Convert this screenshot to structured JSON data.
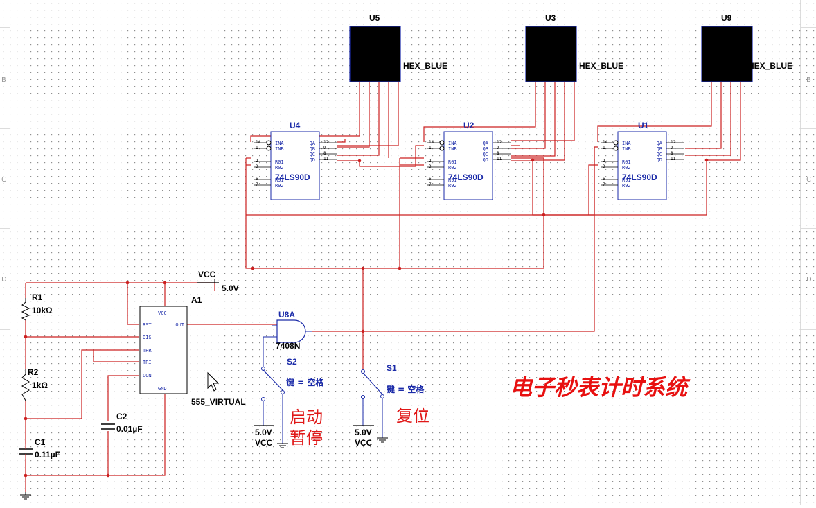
{
  "border_rows": [
    "B",
    "C",
    "D"
  ],
  "displays": [
    {
      "ref": "U5",
      "model": "HEX_BLUE"
    },
    {
      "ref": "U3",
      "model": "HEX_BLUE"
    },
    {
      "ref": "U9",
      "model": "HEX_BLUE"
    }
  ],
  "counters": [
    {
      "ref": "U4",
      "model": "74LS90D"
    },
    {
      "ref": "U2",
      "model": "74LS90D"
    },
    {
      "ref": "U1",
      "model": "74LS90D"
    }
  ],
  "counter_pins": {
    "left": [
      "INA",
      "INB",
      "R01",
      "R02",
      "R91",
      "R92"
    ],
    "left_numbers": [
      "14",
      "1",
      "2",
      "3",
      "6",
      "7"
    ],
    "right": [
      "QA",
      "QB",
      "QC",
      "QD"
    ],
    "right_numbers": [
      "12",
      "9",
      "8",
      "11"
    ]
  },
  "timer": {
    "ref": "A1",
    "model": "555_VIRTUAL",
    "pins": [
      "VCC",
      "RST",
      "OUT",
      "DIS",
      "THR",
      "TRI",
      "CON",
      "GND"
    ]
  },
  "power": {
    "label": "VCC",
    "voltage": "5.0V"
  },
  "gate": {
    "ref": "U8A",
    "model": "7408N"
  },
  "resistors": [
    {
      "ref": "R1",
      "value": "10kΩ"
    },
    {
      "ref": "R2",
      "value": "1kΩ"
    }
  ],
  "capacitors": [
    {
      "ref": "C1",
      "value": "0.11µF"
    },
    {
      "ref": "C2",
      "value": "0.01µF"
    }
  ],
  "switches": [
    {
      "ref": "S2",
      "key": "键 = 空格",
      "supply": "5.0V",
      "supply_label": "VCC",
      "annotation_1": "启动",
      "annotation_2": "暂停"
    },
    {
      "ref": "S1",
      "key": "键 = 空格",
      "supply": "5.0V",
      "supply_label": "VCC",
      "annotation_1": "复位"
    }
  ],
  "title": "电子秒表计时系统",
  "colors": {
    "wire": "#cc2020",
    "component": "#1a2aa8",
    "display": "#000000",
    "title": "#e81010",
    "grid": "#9a9a9a"
  }
}
